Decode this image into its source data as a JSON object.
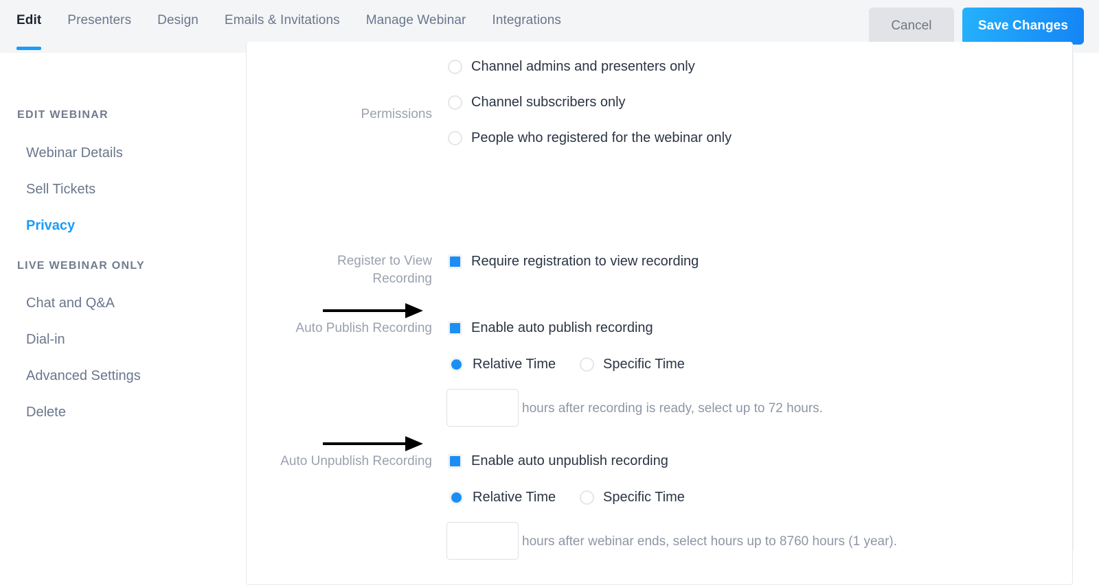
{
  "header": {
    "tabs": [
      {
        "label": "Edit",
        "active": true
      },
      {
        "label": "Presenters",
        "active": false
      },
      {
        "label": "Design",
        "active": false
      },
      {
        "label": "Emails & Invitations",
        "active": false
      },
      {
        "label": "Manage Webinar",
        "active": false
      },
      {
        "label": "Integrations",
        "active": false
      }
    ],
    "cancel_label": "Cancel",
    "save_label": "Save Changes",
    "accent_color": "#1b9cf7",
    "background_color": "#f4f5f7"
  },
  "sidebar": {
    "groups": [
      {
        "title": "EDIT WEBINAR",
        "items": [
          {
            "label": "Webinar Details",
            "active": false
          },
          {
            "label": "Sell Tickets",
            "active": false
          },
          {
            "label": "Privacy",
            "active": true
          }
        ]
      },
      {
        "title": "LIVE WEBINAR ONLY",
        "items": [
          {
            "label": "Chat and Q&A",
            "active": false
          },
          {
            "label": "Dial-in",
            "active": false
          },
          {
            "label": "Advanced Settings",
            "active": false
          },
          {
            "label": "Delete",
            "active": false
          }
        ]
      }
    ]
  },
  "main": {
    "permissions": {
      "label": "Permissions",
      "options": [
        {
          "label": "Channel admins and presenters only",
          "selected": false
        },
        {
          "label": "Channel subscribers only",
          "selected": false
        },
        {
          "label": "People who registered for the webinar only",
          "selected": false
        }
      ]
    },
    "register_to_view": {
      "label_line1": "Register to View",
      "label_line2": "Recording",
      "checkbox_label": "Require registration to view recording",
      "checked": true
    },
    "auto_publish": {
      "label": "Auto Publish Recording",
      "checkbox_label": "Enable auto publish recording",
      "checked": true,
      "mode_options": [
        {
          "label": "Relative Time",
          "selected": true
        },
        {
          "label": "Specific Time",
          "selected": false
        }
      ],
      "hours_value": "",
      "hours_placeholder": "",
      "hint": "hours after recording is ready, select up to 72 hours."
    },
    "auto_unpublish": {
      "label": "Auto Unpublish Recording",
      "checkbox_label": "Enable auto unpublish recording",
      "checked": true,
      "mode_options": [
        {
          "label": "Relative Time",
          "selected": true
        },
        {
          "label": "Specific Time",
          "selected": false
        }
      ],
      "hours_value": "",
      "hours_placeholder": "",
      "hint": "hours after webinar ends, select hours up to 8760 hours (1 year)."
    }
  },
  "annotations": [
    {
      "name": "arrow-pointing-to-auto-publish-relative-time"
    },
    {
      "name": "arrow-pointing-to-auto-unpublish-relative-time"
    }
  ]
}
